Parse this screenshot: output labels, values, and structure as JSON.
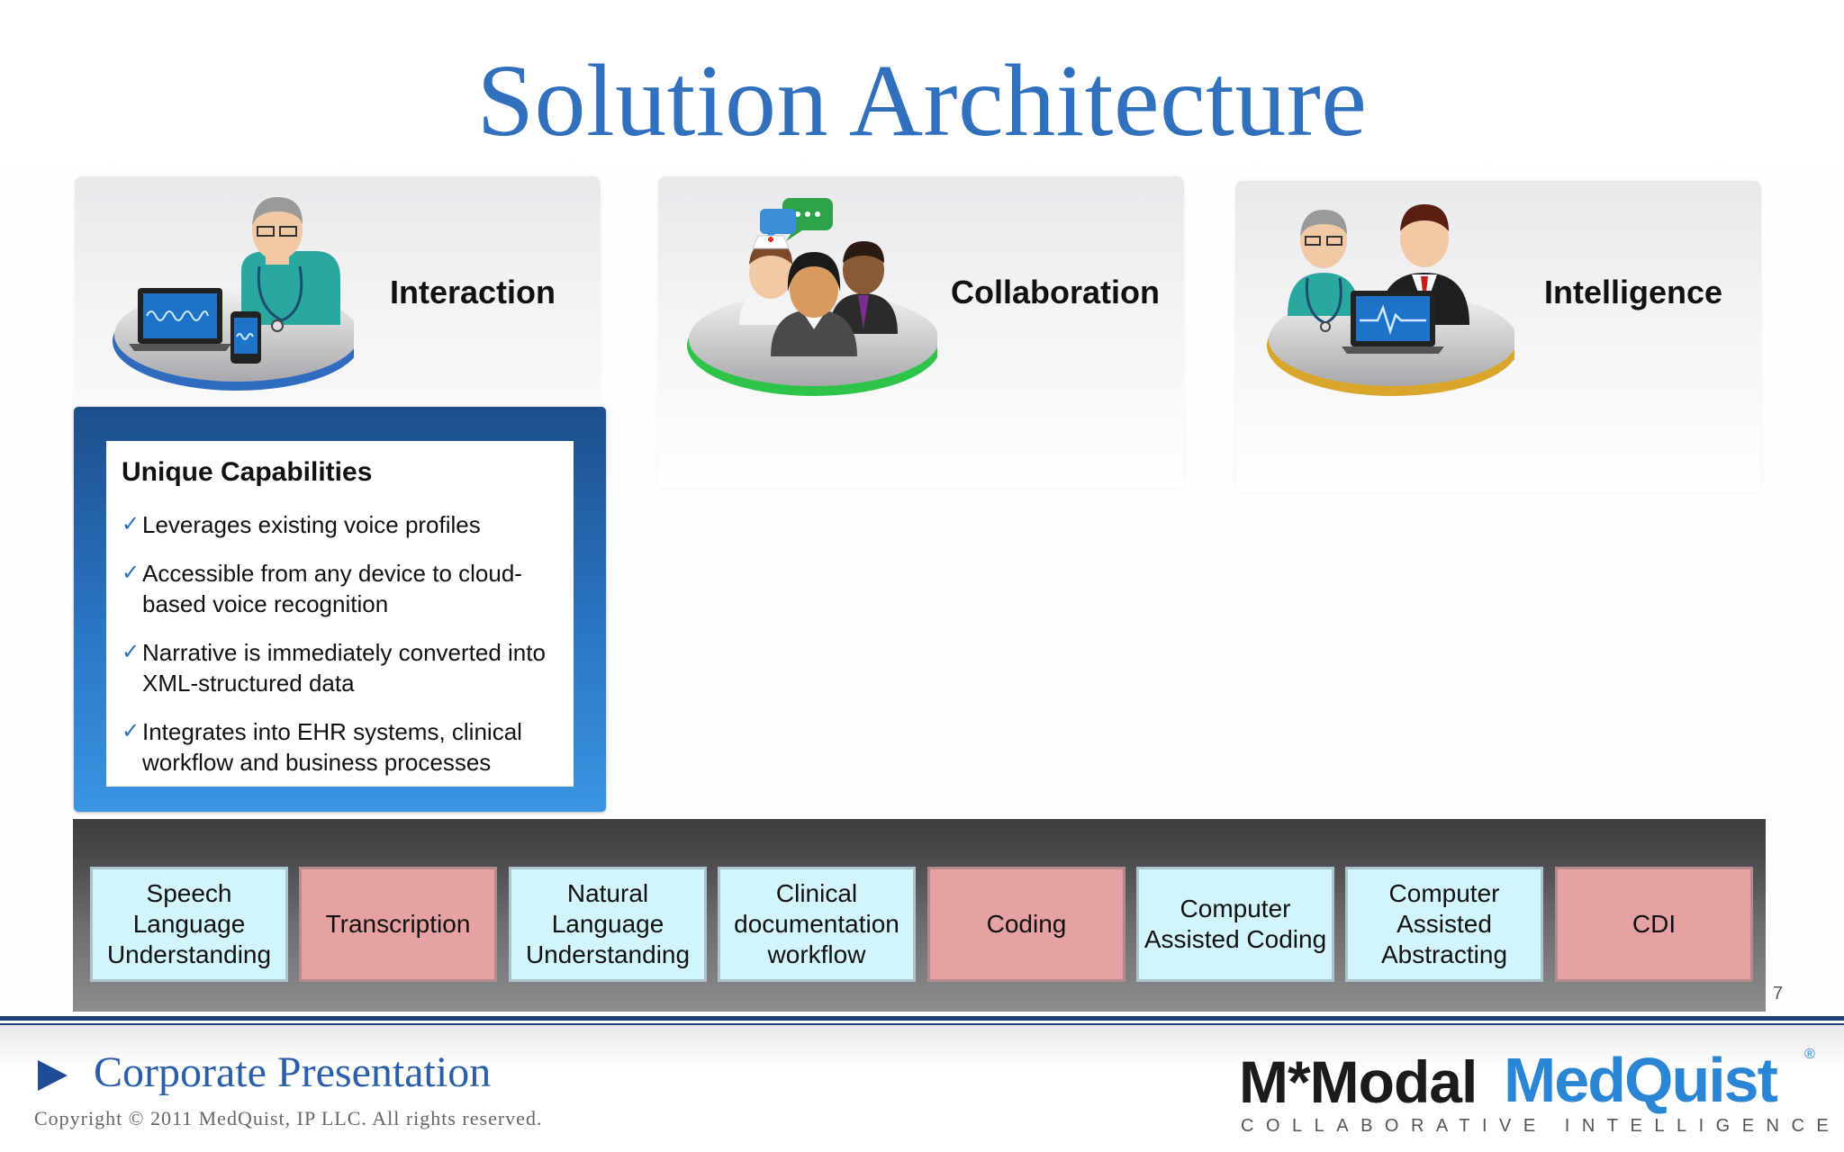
{
  "title": "Solution Architecture",
  "pillars": [
    {
      "label": "Interaction",
      "accent": "#2f6cc0"
    },
    {
      "label": "Collaboration",
      "accent": "#2ec44a"
    },
    {
      "label": "Intelligence",
      "accent": "#d9a52a"
    }
  ],
  "capabilities": {
    "title": "Unique Capabilities",
    "check_glyph": "✓",
    "items": [
      "Leverages existing voice profiles",
      "Accessible from any device to cloud-based voice recognition",
      "Narrative is immediately converted into XML-structured data",
      "Integrates into EHR systems, clinical workflow and business processes"
    ]
  },
  "bar_cells": [
    {
      "label": "Speech Language Understanding",
      "style": "blue"
    },
    {
      "label": "Transcription",
      "style": "pink"
    },
    {
      "label": "Natural Language Understanding",
      "style": "blue"
    },
    {
      "label": "Clinical documentation workflow",
      "style": "blue"
    },
    {
      "label": "Coding",
      "style": "pink"
    },
    {
      "label": "Computer Assisted Coding",
      "style": "blue"
    },
    {
      "label": "Computer Assisted Abstracting",
      "style": "blue"
    },
    {
      "label": "CDI",
      "style": "pink"
    }
  ],
  "page_number": "7",
  "footer": {
    "title": "Corporate Presentation",
    "copyright": "Copyright © 2011 MedQuist, IP LLC. All rights reserved.",
    "logo_mmodal": "M*Modal",
    "logo_medquist": "MedQuist",
    "logo_reg": "®",
    "tagline": "COLLABORATIVE INTELLIGENCE"
  },
  "colors": {
    "title": "#3070bd",
    "cell_blue": "#d2f5fb",
    "cell_pink": "#e6a2a2",
    "footer_rule": "#1f3f79"
  }
}
